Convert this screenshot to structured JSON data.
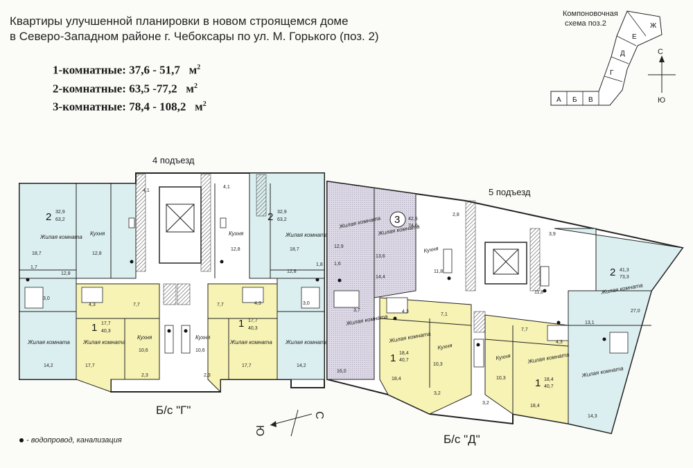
{
  "title": {
    "line1": "Квартиры улучшенной планировки в новом строящемся доме",
    "line2": "в Северо-Западном районе г. Чебоксары по ул. М. Горького (поз. 2)"
  },
  "apartment_types": [
    {
      "label": "1-комнатные:",
      "range": "37,6 - 51,7",
      "unit": "м"
    },
    {
      "label": "2-комнатные:",
      "range": "63,5 -77,2",
      "unit": "м"
    },
    {
      "label": "3-комнатные:",
      "range": "78,4 - 108,2",
      "unit": "м"
    }
  ],
  "area_sup": "2",
  "schema": {
    "title1": "Компоновочная",
    "title2": "схема поз.2",
    "sections": [
      "А",
      "Б",
      "В",
      "Г",
      "Д",
      "Е",
      "Ж"
    ],
    "north": "С",
    "south": "Ю"
  },
  "entrances": {
    "left": "4 подъезд",
    "right": "5 подъезд"
  },
  "blocks": {
    "left": "Б/с \"Г\"",
    "right": "Б/с \"Д\""
  },
  "compass": {
    "north": "С",
    "south": "Ю"
  },
  "legend": "- водопровод, канализация",
  "room_labels": {
    "living": "Жилая комната",
    "kitchen": "Кухня"
  },
  "apartments": [
    {
      "rooms": "2",
      "area1": "32,9",
      "area2": "63,2"
    },
    {
      "rooms": "2",
      "area1": "32,9",
      "area2": "63,2"
    },
    {
      "rooms": "1",
      "area1": "17,7",
      "area2": "40,3"
    },
    {
      "rooms": "1",
      "area1": "17,7",
      "area2": "40,3"
    },
    {
      "rooms": "3",
      "area1": "42,5",
      "area2": "74,0"
    },
    {
      "rooms": "2",
      "area1": "41,3",
      "area2": "73,3"
    },
    {
      "rooms": "1",
      "area1": "18,4",
      "area2": "40,7"
    },
    {
      "rooms": "1",
      "area1": "18,4",
      "area2": "40,7"
    }
  ],
  "areas": [
    "4,1",
    "4,1",
    "18,7",
    "12,8",
    "12,8",
    "18,7",
    "12,8",
    "12,8",
    "1,7",
    "3,0",
    "4,3",
    "7,7",
    "7,7",
    "4,3",
    "3,0",
    "1,8",
    "14,2",
    "17,7",
    "10,6",
    "10,6",
    "17,7",
    "14,2",
    "2,3",
    "2,3",
    "12,9",
    "13,6",
    "1,6",
    "14,4",
    "11,8",
    "2,8",
    "3,9",
    "11,8",
    "27,0",
    "3,7",
    "4,3",
    "7,1",
    "7,7",
    "4,3",
    "13,1",
    "16,0",
    "18,4",
    "10,3",
    "10,3",
    "18,4",
    "3,2",
    "3,2",
    "14,3"
  ]
}
